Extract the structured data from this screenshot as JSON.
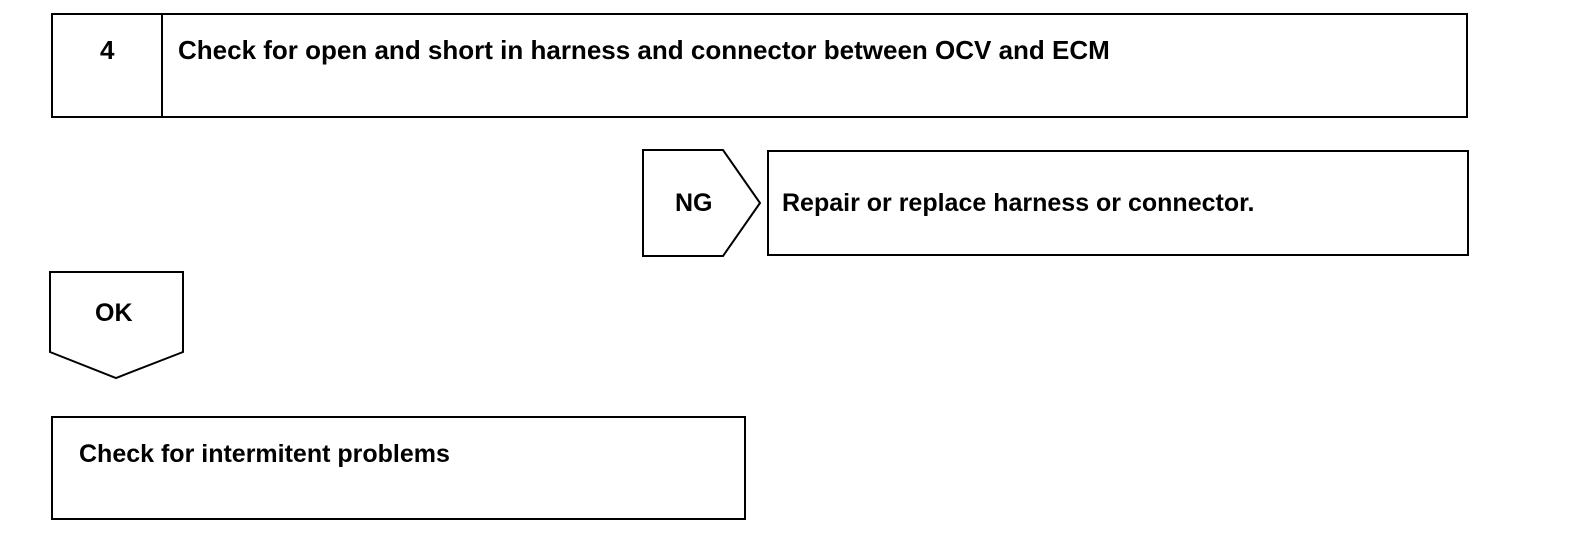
{
  "step": {
    "number": "4",
    "title": "Check for open and short in harness and connector between OCV and ECM"
  },
  "ng_branch": {
    "label": "NG",
    "action": "Repair or replace harness or connector."
  },
  "ok_branch": {
    "label": "OK",
    "action": "Check for intermitent problems"
  }
}
